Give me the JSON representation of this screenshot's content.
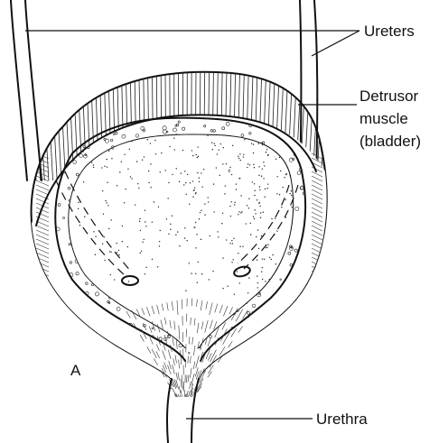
{
  "labels": {
    "ureters": "Ureters",
    "detrusor_line1": "Detrusor",
    "detrusor_line2": "muscle",
    "detrusor_line3": "(bladder)",
    "urethra": "Urethra",
    "panel": "A"
  }
}
